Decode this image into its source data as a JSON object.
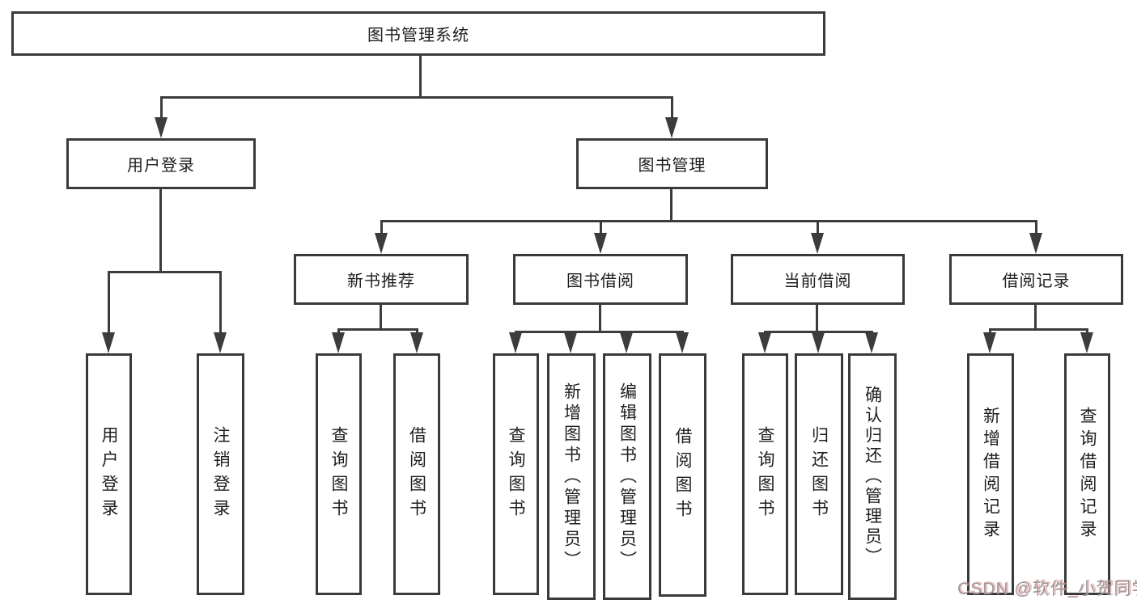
{
  "diagram": {
    "title": "图书管理系统",
    "watermark": "CSDN @软件_小贺同学",
    "colors": {
      "line": "#3c3c3c",
      "box_border": "#3a3a3a",
      "text": "#1e1e1e",
      "background": "#ffffff",
      "watermark_gray": "#9a9a9a",
      "watermark_red": "#e88282"
    }
  },
  "nodes": {
    "root": {
      "label": "图书管理系统"
    },
    "userLogin": {
      "label": "用户登录"
    },
    "bookMgmt": {
      "label": "图书管理"
    },
    "login": {
      "label": "用户登录"
    },
    "logout": {
      "label": "注销登录"
    },
    "newBookRec": {
      "label": "新书推荐"
    },
    "bookBorrow": {
      "label": "图书借阅"
    },
    "currentBorrow": {
      "label": "当前借阅"
    },
    "borrowRecord": {
      "label": "借阅记录"
    },
    "nbrQuery": {
      "label": "查询图书"
    },
    "nbrBorrow": {
      "label": "借阅图书"
    },
    "bbQuery": {
      "label": "查询图书"
    },
    "bbAdd": {
      "label": "新增图书（管理员）"
    },
    "bbEdit": {
      "label": "编辑图书（管理员）"
    },
    "bbBorrow": {
      "label": "借阅图书"
    },
    "cbQuery": {
      "label": "查询图书"
    },
    "cbReturn": {
      "label": "归还图书"
    },
    "cbConfirm": {
      "label": "确认归还（管理员）"
    },
    "brAdd": {
      "label": "新增借阅记录"
    },
    "brQuery": {
      "label": "查询借阅记录"
    }
  }
}
